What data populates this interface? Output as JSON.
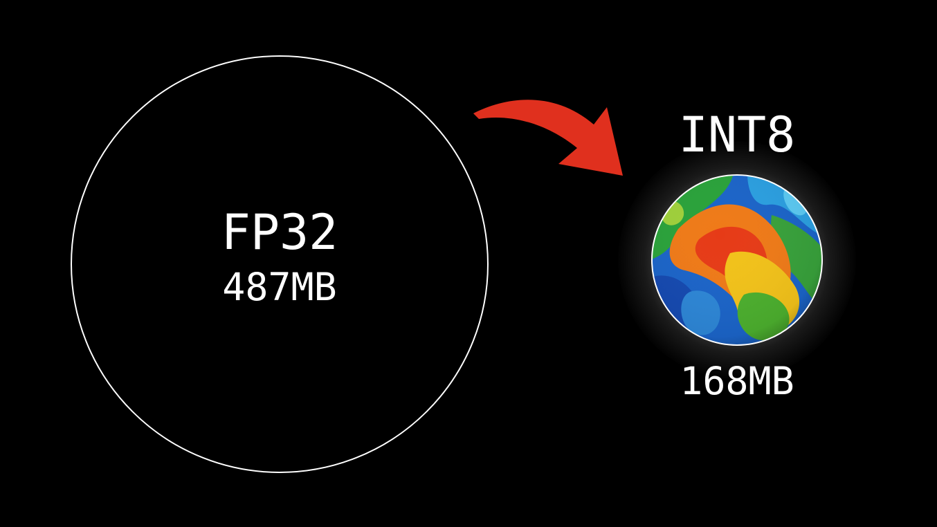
{
  "left": {
    "title": "FP32",
    "size": "487MB"
  },
  "right": {
    "title": "INT8",
    "size": "168MB"
  },
  "colors": {
    "background": "#000000",
    "outline": "#ffffff",
    "arrow": "#e0301e",
    "text": "#ffffff"
  },
  "icons": {
    "arrow": "curved-arrow-right",
    "globe": "swirl-sphere"
  }
}
